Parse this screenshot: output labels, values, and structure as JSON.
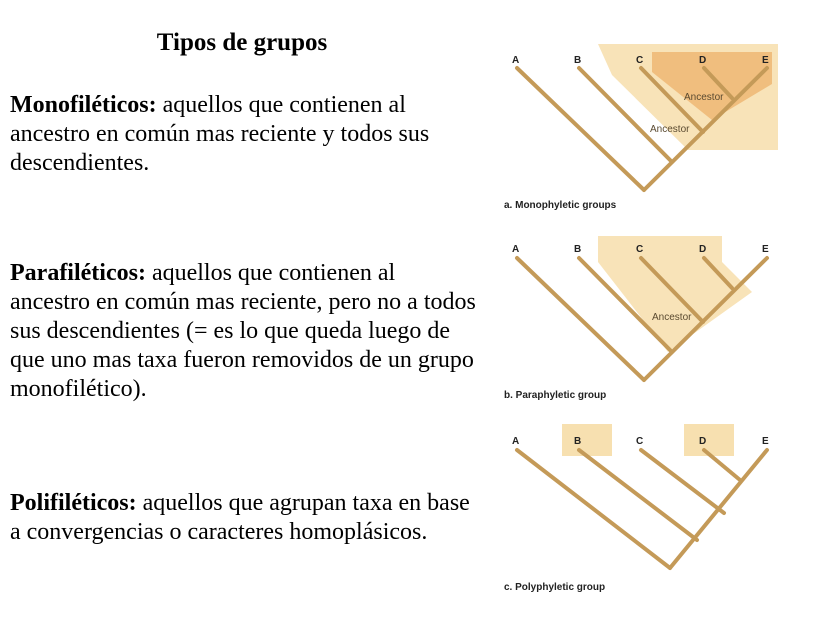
{
  "title": "Tipos de grupos",
  "sections": [
    {
      "term": "Monofiléticos:",
      "text": " aquellos que contienen al ancestro en común mas reciente y todos sus descendientes."
    },
    {
      "term": "Parafiléticos:",
      "text": " aquellos que contienen al ancestro en común mas reciente, pero no a todos sus descendientes (= es lo que queda luego de que uno mas taxa fueron removidos de un grupo monofilético)."
    },
    {
      "term": "Polifiléticos:",
      "text": " aquellos que agrupan taxa en base a convergencias o caracteres homoplásicos."
    }
  ],
  "diagrams": [
    {
      "caption": "a. Monophyletic groups",
      "taxa": [
        "A",
        "B",
        "C",
        "D",
        "E"
      ],
      "ancestor_labels": [
        "Ancestor",
        "Ancestor"
      ]
    },
    {
      "caption": "b. Paraphyletic group",
      "taxa": [
        "A",
        "B",
        "C",
        "D",
        "E"
      ],
      "ancestor_labels": [
        "Ancestor"
      ]
    },
    {
      "caption": "c. Polyphyletic group",
      "taxa": [
        "A",
        "B",
        "C",
        "D",
        "E"
      ],
      "ancestor_labels": []
    }
  ],
  "colors": {
    "branch": "#c49a58",
    "highlight_light": "#f7e0b0",
    "highlight_dark": "#eeb978"
  }
}
